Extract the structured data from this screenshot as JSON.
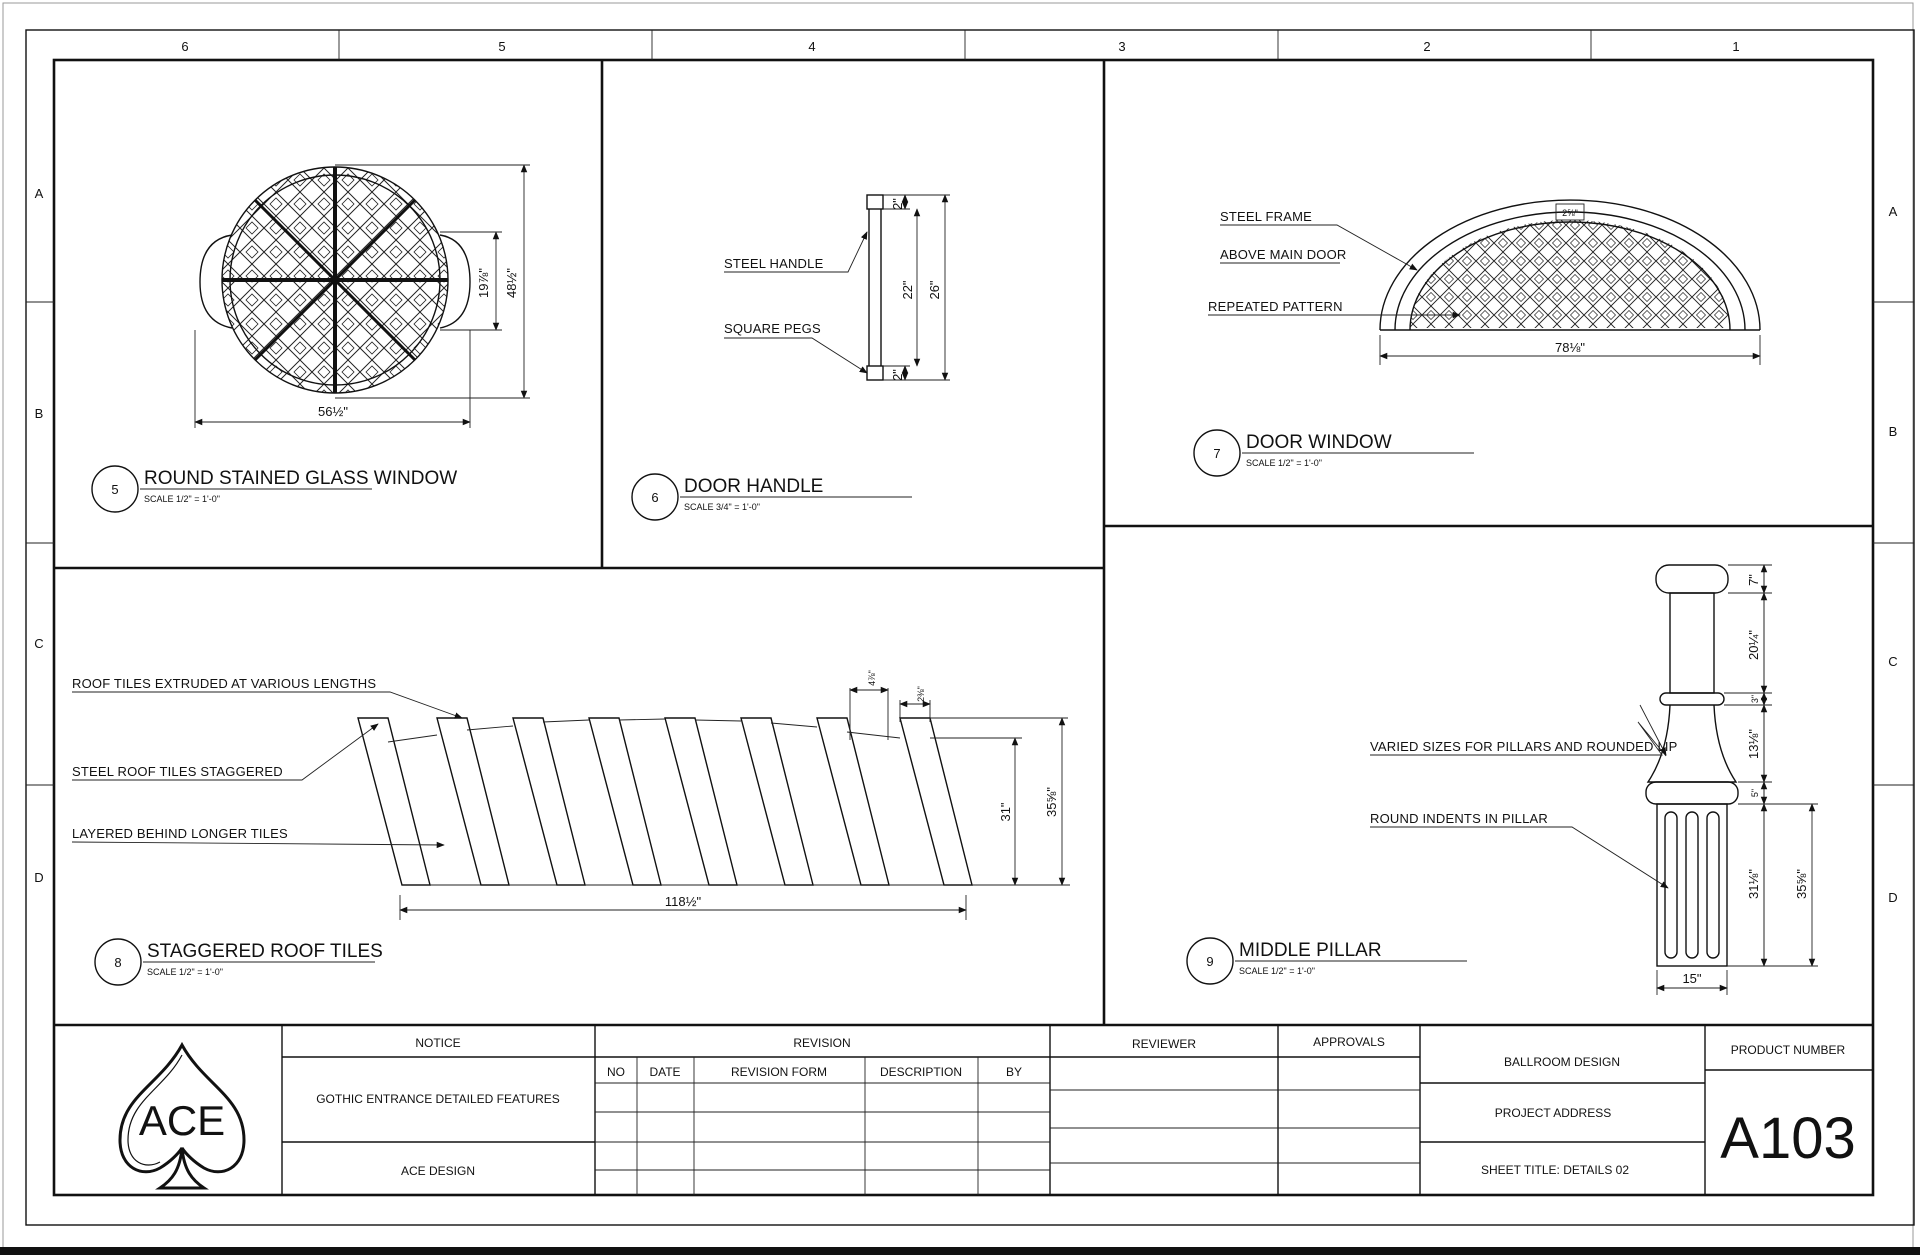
{
  "sheet": {
    "grid_columns": [
      "6",
      "5",
      "4",
      "3",
      "2",
      "1"
    ],
    "grid_rows": [
      "A",
      "B",
      "C",
      "D"
    ]
  },
  "details": {
    "round_window": {
      "number": "5",
      "title": "ROUND STAINED GLASS WINDOW",
      "scale": "SCALE 1/2\" = 1'-0\"",
      "dims": {
        "width": "56½\"",
        "inner_height": "19⅞\"",
        "height": "48½\""
      }
    },
    "door_handle": {
      "number": "6",
      "title": "DOOR HANDLE",
      "scale": "SCALE 3/4\" = 1'-0\"",
      "labels": {
        "steel_handle": "STEEL HANDLE",
        "square_pegs": "SQUARE PEGS"
      },
      "dims": {
        "top_peg": "2\"",
        "grip": "22\"",
        "overall": "26\"",
        "bottom_peg": "2\""
      }
    },
    "door_window": {
      "number": "7",
      "title": "DOOR WINDOW",
      "scale": "SCALE 1/2\" = 1'-0\"",
      "labels": {
        "steel_frame": "STEEL FRAME",
        "above_main_door": "ABOVE MAIN DOOR",
        "repeated_pattern": "REPEATED PATTERN"
      },
      "dims": {
        "width": "78⅛\"",
        "frame": "2⅝\""
      }
    },
    "roof_tiles": {
      "number": "8",
      "title": "STAGGERED ROOF TILES",
      "scale": "SCALE 1/2\" = 1'-0\"",
      "labels": {
        "extruded": "ROOF TILES EXTRUDED AT VARIOUS LENGTHS",
        "staggered": "STEEL ROOF TILES STAGGERED",
        "layered": "LAYERED BEHIND LONGER TILES"
      },
      "dims": {
        "width": "118½\"",
        "height_inner": "31\"",
        "height_outer": "35⅝\"",
        "tile_offset": "4⅞\"",
        "tile_gap": "2⅜\""
      }
    },
    "middle_pillar": {
      "number": "9",
      "title": "MIDDLE  PILLAR",
      "scale": "SCALE 1/2\" = 1'-0\"",
      "labels": {
        "varied_sizes": "VARIED SIZES FOR PILLARS AND ROUNDED LIP",
        "round_indents": "ROUND INDENTS IN PILLAR"
      },
      "dims": {
        "cap": "7\"",
        "upper_shaft": "20¼\"",
        "ring": "3\"",
        "neck": "13⅛\"",
        "lip": "5\"",
        "lower_shaft": "31⅛\"",
        "base_total": "35⅝\"",
        "width": "15\""
      }
    }
  },
  "title_block": {
    "logo_text": "ACE",
    "notice": {
      "header": "NOTICE",
      "line1": "GOTHIC ENTRANCE DETAILED FEATURES",
      "line2": "ACE DESIGN"
    },
    "revision": {
      "header": "REVISION",
      "columns": [
        "NO",
        "DATE",
        "REVISION FORM",
        "DESCRIPTION",
        "BY"
      ]
    },
    "reviewer": "REVIEWER",
    "approvals": "APPROVALS",
    "project": {
      "name": "BALLROOM DESIGN",
      "address": "PROJECT ADDRESS",
      "sheet_title": "SHEET TITLE: DETAILS 02"
    },
    "product": {
      "header": "PRODUCT NUMBER",
      "number": "A103"
    }
  }
}
